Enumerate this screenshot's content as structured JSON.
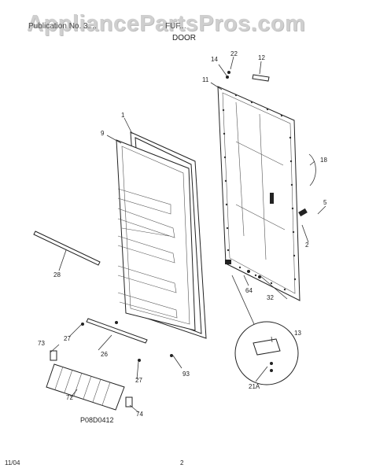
{
  "watermark": "AppliancePartsPros.com",
  "header": {
    "left_text": "Publication No. 3....",
    "right_text": "FUF..."
  },
  "section_title": "DOOR",
  "figure_code": "P08D0412",
  "footer": {
    "date": "11/04",
    "page": "2"
  },
  "callouts": {
    "c1": "1",
    "c2": "2",
    "c5": "5",
    "c9": "9",
    "c11": "11",
    "c12": "12",
    "c13": "13",
    "c14": "14",
    "c18": "18",
    "c21a": "21A",
    "c22": "22",
    "c26": "26",
    "c27a": "27",
    "c27b": "27",
    "c28": "28",
    "c32": "32",
    "c64": "64",
    "c72": "72",
    "c73": "73",
    "c74": "74",
    "c93": "93"
  }
}
